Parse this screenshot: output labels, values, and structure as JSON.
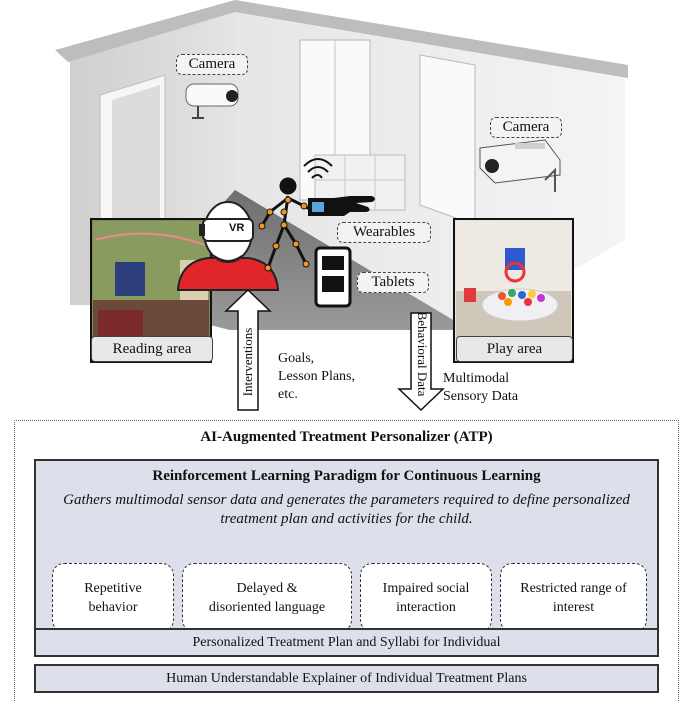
{
  "labels": {
    "camera_left": "Camera",
    "camera_right": "Camera",
    "wearables": "Wearables",
    "tablets": "Tablets",
    "vr": "VR",
    "reading_area": "Reading area",
    "play_area": "Play area"
  },
  "arrows": {
    "interventions": "Interventions",
    "interventions_note": [
      "Goals,",
      "Lesson Plans,",
      "etc."
    ],
    "behavioral_data": "Behavioral Data",
    "behavioral_note": [
      "Multimodal",
      "Sensory Data"
    ]
  },
  "atp": {
    "title": "AI-Augmented Treatment Personalizer (ATP)",
    "rl_title": "Reinforcement Learning Paradigm for Continuous Learning",
    "rl_subtitle": "Gathers multimodal sensor data and generates the parameters required to define personalized treatment plan and activities for the child.",
    "traits": [
      {
        "line1": "Repetitive",
        "line2": "behavior"
      },
      {
        "line1": "Delayed &",
        "line2": "disoriented language"
      },
      {
        "line1": "Impaired social",
        "line2": "interaction"
      },
      {
        "line1": "Restricted range of",
        "line2": "interest"
      }
    ],
    "plan_bar": "Personalized Treatment Plan and Syllabi for Individual",
    "explainer_bar": "Human Understandable Explainer of Individual Treatment Plans"
  },
  "colors": {
    "box_fill": "#dde0ea",
    "person_red": "#e0252b",
    "skeleton_orange": "#f29a1f"
  }
}
